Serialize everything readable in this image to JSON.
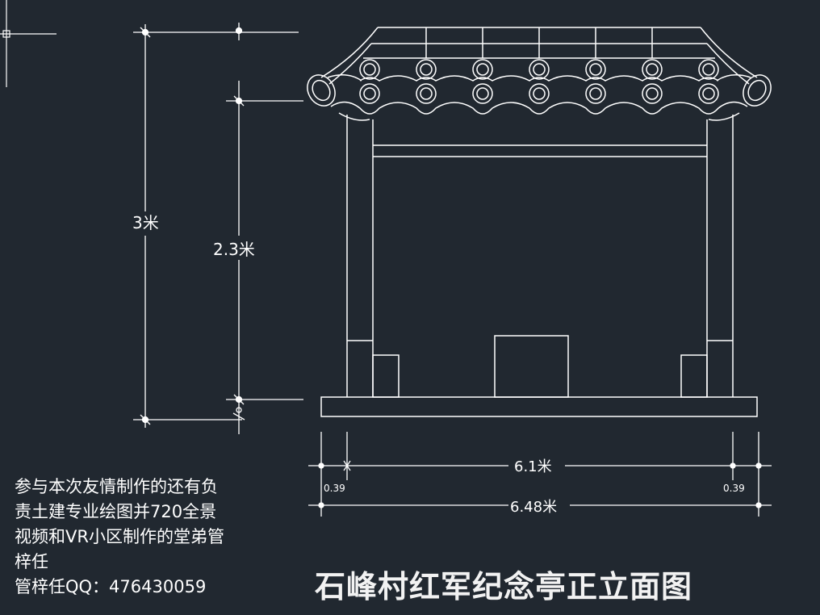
{
  "drawing": {
    "title": "石峰村红军纪念亭正立面图",
    "dimensions": {
      "total_height": "3米",
      "column_height": "2.3米",
      "inner_width": "6.1米",
      "outer_width": "6.48米",
      "left_offset": "0.39",
      "right_offset": "0.39"
    }
  },
  "credits": {
    "lines": [
      "参与本次友情制作的还有负",
      "责土建专业绘图并720全景",
      "视频和VR小区制作的堂弟管",
      "梓任",
      "管梓任QQ：476430059"
    ]
  },
  "colors": {
    "background": "#212830",
    "line": "#ffffff",
    "text": "#ffffff"
  }
}
